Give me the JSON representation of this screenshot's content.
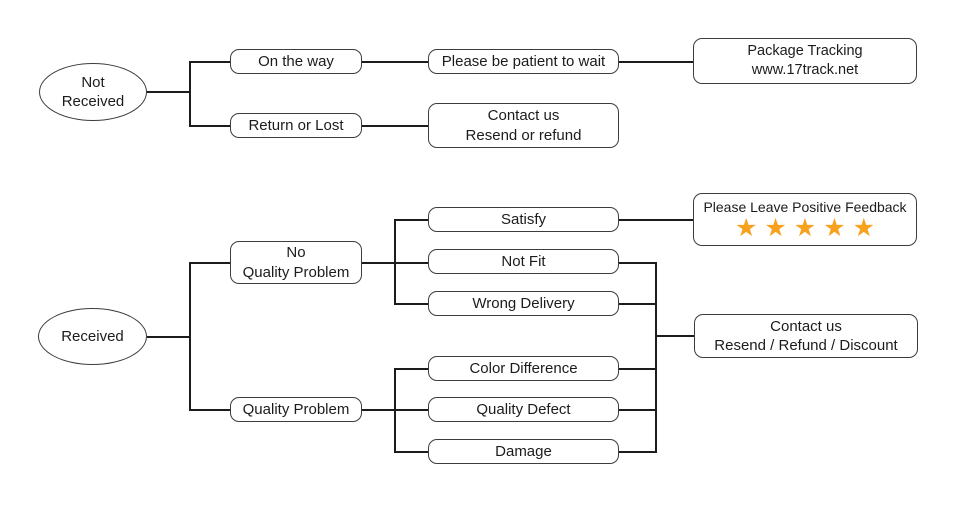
{
  "colors": {
    "bg": "#ffffff",
    "text": "#1c1c1c",
    "line": "#1c1c1c",
    "border": "#3d3d3d",
    "star": "#F7A11D"
  },
  "flowchart": {
    "not_received": {
      "label": "Not\nReceived"
    },
    "on_the_way": {
      "label": "On the way"
    },
    "please_wait": {
      "label": "Please be patient to wait"
    },
    "package_tracking": {
      "label": "Package Tracking\nwww.17track.net"
    },
    "return_or_lost": {
      "label": "Return or Lost"
    },
    "contact_resend_refund": {
      "label": "Contact us\nResend or refund"
    },
    "received": {
      "label": "Received"
    },
    "no_quality_problem": {
      "label": "No\nQuality Problem"
    },
    "quality_problem": {
      "label": "Quality Problem"
    },
    "satisfy": {
      "label": "Satisfy"
    },
    "not_fit": {
      "label": "Not Fit"
    },
    "wrong_delivery": {
      "label": "Wrong Delivery"
    },
    "color_difference": {
      "label": "Color Difference"
    },
    "quality_defect": {
      "label": "Quality Defect"
    },
    "damage": {
      "label": "Damage"
    },
    "positive_feedback": {
      "label": "Please Leave Positive Feedback",
      "star_icon": "★",
      "star_count": 5
    },
    "contact_discount": {
      "label": "Contact us\nResend / Refund / Discount"
    }
  }
}
